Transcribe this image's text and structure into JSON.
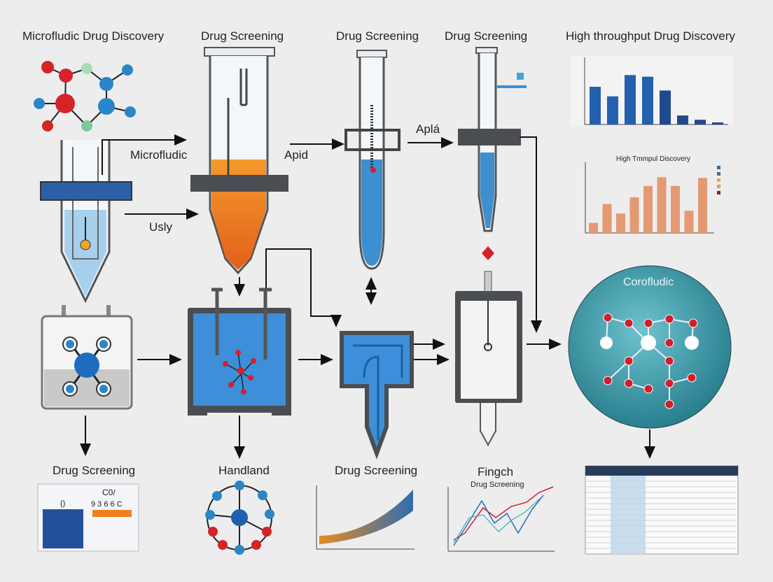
{
  "labels": {
    "microfludic_drug_discovery": "Microfludic Drug Discovery",
    "drug_screening_1": "Drug Screening",
    "drug_screening_2": "Drug Screening",
    "drug_screening_3": "Drug Screening",
    "high_throughput": "High throughput Drug Discovery",
    "microfludic": "Microfludic",
    "usly": "Usly",
    "apid": "Apid",
    "apla": "Aplá",
    "corofludic": "Corofludic",
    "drug_screening_bottom_1": "Drug Screening",
    "handland": "Handland",
    "drug_screening_bottom_2": "Drug Screening",
    "fingch": "Fingch",
    "fingch_sub": "Drug Screening",
    "bar_chart_2_title": "High Tmmpul Discovery",
    "formula_top": "C0/",
    "formula_row": "9 3 6 6 C"
  },
  "colors": {
    "blue": "#2360ad",
    "orange": "#f0801e",
    "salmon": "#e39a72",
    "teal": "#3d98a8",
    "red": "#d8202a",
    "liquid_blue": "#5aa8de"
  },
  "mini_charts": {
    "top_bar_levels": [
      0.71,
      0.53,
      0.93,
      0.9,
      0.64,
      0.17,
      0.09,
      0.04
    ],
    "second_bar_levels": [
      0.15,
      0.43,
      0.29,
      0.53,
      0.7,
      0.83,
      0.7,
      0.33,
      0.82
    ]
  }
}
